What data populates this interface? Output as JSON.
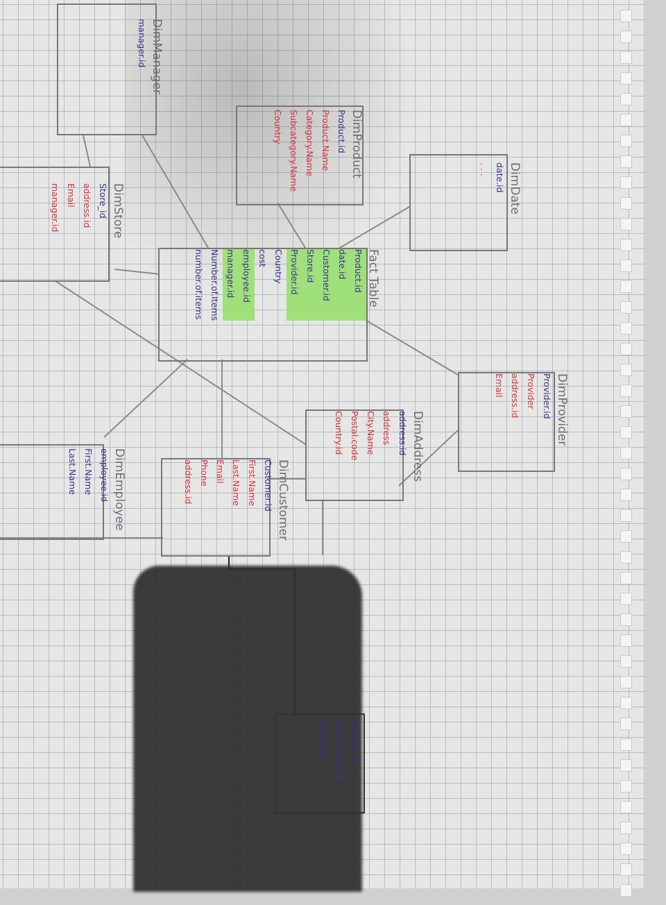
{
  "diagram": {
    "dim_manager": {
      "title": "DimManager",
      "fields": [
        "manager.id"
      ]
    },
    "dim_product": {
      "title": "DimProduct",
      "fields": [
        "Product.id",
        "Product.Name",
        "Category.Name",
        "Subcategory.Name",
        "Country"
      ]
    },
    "dim_date": {
      "title": "DimDate",
      "fields": [
        "date.id",
        ". . ."
      ]
    },
    "dim_store": {
      "title": "DimStore",
      "fields": [
        "Store_id",
        "address.id",
        "Email",
        "manager.id"
      ]
    },
    "fact_table": {
      "title": "Fact Table",
      "fields": [
        "Product.id",
        "date.id",
        "Customer.id",
        "Store.id",
        "Provider.id",
        "Country",
        "cost",
        "employee.id",
        "manager.id",
        "Number.of.Items",
        "number.of.items"
      ]
    },
    "dim_provider": {
      "title": "DimProvider",
      "fields": [
        "Provider.id",
        "Provider",
        "address.id",
        "Email"
      ]
    },
    "dim_address": {
      "title": "DimAddress",
      "fields": [
        "address.id",
        "address",
        "City.Name",
        "Postal.code",
        "Country.id"
      ]
    },
    "dim_customer": {
      "title": "DimCustomer",
      "fields": [
        "Customer.id",
        "First.Name",
        "Last.Name",
        "Email",
        "Phone",
        "address.id"
      ]
    },
    "dim_employee": {
      "title": "DimEmployee",
      "fields": [
        "employee.id",
        "First.Name",
        "Last.Name"
      ]
    },
    "dim_country": {
      "title": "",
      "fields": [
        "Country.id",
        "Country.Name",
        "update.dt"
      ]
    }
  },
  "colors": {
    "paper": "#e6e7e5",
    "grid": "#7887aa",
    "pencil": "#777777",
    "ink_purple": "#3d2f8a",
    "ink_red": "#d9303d",
    "highlight": "#9fe07a"
  }
}
